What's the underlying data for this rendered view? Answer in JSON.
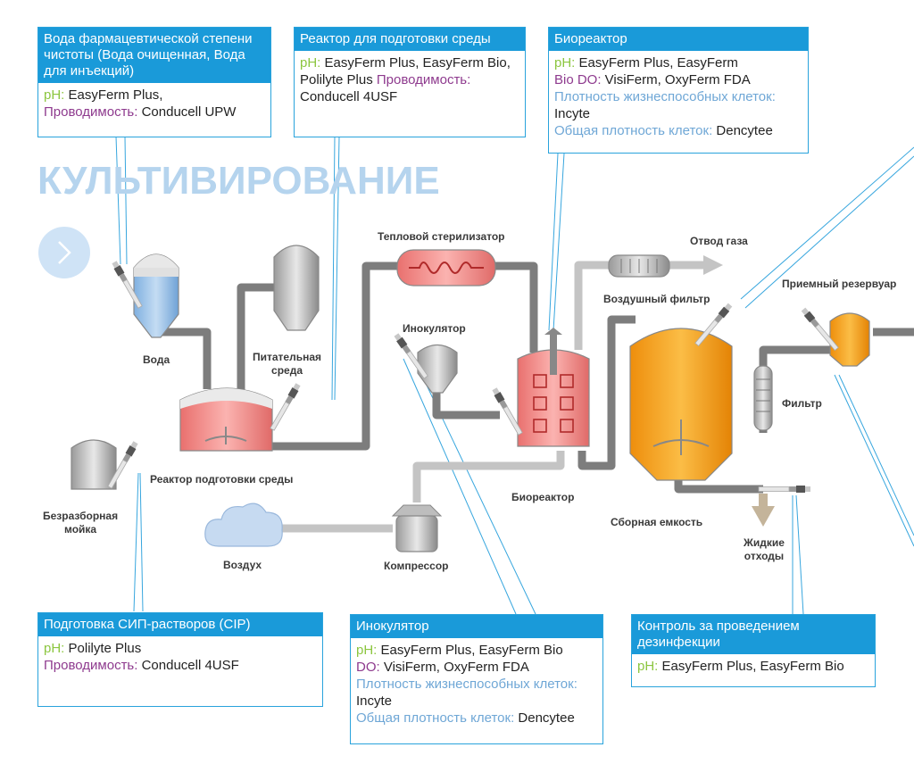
{
  "heading": "КУЛЬТИВИРОВАНИЕ",
  "labels": {
    "water": "Вода",
    "nutrient": [
      "Питательная",
      "среда"
    ],
    "media_reactor": "Реактор подготовки среды",
    "cip": [
      "Безразборная",
      "мойка"
    ],
    "air": "Воздух",
    "compressor": "Компрессор",
    "heat_sterilizer": "Тепловой стерилизатор",
    "inoculator": "Инокулятор",
    "bioreactor": "Биореактор",
    "gas_outlet": "Отвод газа",
    "air_filter": "Воздушный фильтр",
    "collection_tank": "Сборная емкость",
    "liquid_waste": [
      "Жидкие",
      "отходы"
    ],
    "filter": "Фильтр",
    "receiving_tank": "Приемный резервуар"
  },
  "callouts": {
    "pharma_water": {
      "title": "Вода фармацевтической степени чистоты (Вода очищенная, Вода для инъекций)",
      "ph_key": "pH:",
      "ph_val": " EasyFerm Plus,",
      "cond_key": "Проводимость:",
      "cond_val": " Conducell UPW"
    },
    "media_reactor": {
      "title": "Реактор для подготовки среды",
      "ph_key": "pH:",
      "ph_val": " EasyFerm Plus, EasyFerm Bio, Polilyte Plus ",
      "cond_key": "Проводимость:",
      "cond_val": " Conducell 4USF"
    },
    "bioreactor": {
      "title": "Биореактор",
      "ph_key": "pH:",
      "ph_val": " EasyFerm Plus, EasyFerm",
      "do_key": "Bio DO:",
      "do_val": " VisiFerm, OxyFerm FDA",
      "viable_key": "Плотность жизнеспособных клеток:",
      "viable_val": " Incyte",
      "total_key": "Общая плотность клеток:",
      "total_val": " Dencytee"
    },
    "cip_prep": {
      "title": "Подготовка СИП-растворов (CIP)",
      "ph_key": "pH:",
      "ph_val": " Polilyte Plus",
      "cond_key": "Проводимость:",
      "cond_val": " Conducell 4USF"
    },
    "inoculator": {
      "title": "Инокулятор",
      "ph_key": "pH:",
      "ph_val": " EasyFerm Plus, EasyFerm Bio",
      "do_key": "DO:",
      "do_val": " VisiFerm, OxyFerm FDA",
      "viable_key": "Плотность жизнеспособных клеток:",
      "viable_val": " Incyte",
      "total_key": "Общая плотность клеток:",
      "total_val": " Dencytee"
    },
    "disinfection": {
      "title": "Контроль за проведением дезинфекции",
      "ph_key": "pH:",
      "ph_val": " EasyFerm Plus, EasyFerm Bio"
    }
  },
  "colors": {
    "accent_blue": "#1a9ad9",
    "ph_green": "#8cc63f",
    "conductivity_purple": "#8e3a8e",
    "light_blue_text": "#6fa7d6",
    "pipe_gray": "#7d7d7d",
    "pipe_light": "#c4c4c4",
    "media_pink": "#f49a9a",
    "culture_orange": "#f7a823",
    "water_blue": "#9cc3e8"
  },
  "icons": [
    "chevron-right-icon",
    "sensor-probe-icon",
    "cloud-icon",
    "arrow-right-icon",
    "arrow-down-icon"
  ]
}
